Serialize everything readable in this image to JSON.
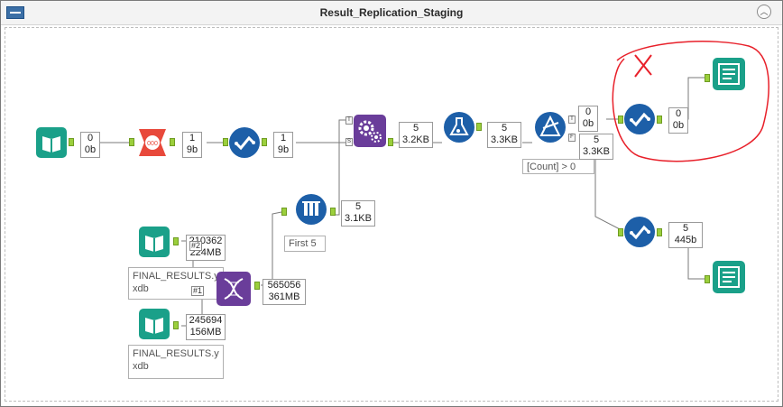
{
  "window": {
    "title": "Result_Replication_Staging"
  },
  "tools": {
    "input_main": {
      "name": "input-tool-icon"
    },
    "sample_formula": {
      "name": "sample-tool-icon",
      "badge": "000"
    },
    "select_1": {
      "name": "select-tool-icon"
    },
    "input_final1": {
      "name": "input-tool-icon"
    },
    "input_final2": {
      "name": "input-tool-icon"
    },
    "join": {
      "name": "join-tool-icon",
      "connection_labels": [
        "#2",
        "#1"
      ]
    },
    "sample_first": {
      "name": "sample-tool-icon",
      "note": "First 5"
    },
    "batch_macro": {
      "name": "gear-macro-tool-icon"
    },
    "formula": {
      "name": "formula-tool-icon"
    },
    "filter": {
      "name": "filter-tool-icon",
      "note": "[Count] > 0"
    },
    "select_true": {
      "name": "select-tool-icon"
    },
    "select_false": {
      "name": "select-tool-icon"
    },
    "output_true": {
      "name": "output-tool-icon"
    },
    "output_false": {
      "name": "output-tool-icon"
    }
  },
  "records": {
    "r1": {
      "count": "0",
      "size": "0b"
    },
    "r2": {
      "count": "1",
      "size": "9b"
    },
    "r3": {
      "count": "1",
      "size": "9b"
    },
    "r_final1": {
      "count": "210362",
      "size": "224MB"
    },
    "r_final2": {
      "count": "245694",
      "size": "156MB"
    },
    "r_join": {
      "count": "565056",
      "size": "361MB"
    },
    "r_first": {
      "count": "5",
      "size": "3.1KB"
    },
    "r_macro": {
      "count": "5",
      "size": "3.2KB"
    },
    "r_formula": {
      "count": "5",
      "size": "3.3KB"
    },
    "r_true": {
      "count": "0",
      "size": "0b"
    },
    "r_false": {
      "count": "5",
      "size": "3.3KB"
    },
    "r_out_true": {
      "count": "0",
      "size": "0b"
    },
    "r_out_false": {
      "count": "5",
      "size": "445b"
    }
  },
  "notes": {
    "final1": "FINAL_RESULTS.y\nxdb",
    "final2": "FINAL_RESULTS.y\nxdb",
    "first5": "First 5",
    "filter_expr": "[Count] > 0"
  },
  "anchors": {
    "true_label": "T",
    "false_label": "F",
    "macro_top": "T",
    "macro_side": "S"
  },
  "annotation": {
    "mark": "X",
    "color": "#e8202a"
  },
  "colors": {
    "input": "#1aa089",
    "output": "#1aa089",
    "sample": "#e8493b",
    "select": "#1d5fa8",
    "macro": "#6a3d9a",
    "join": "#6a3d9a",
    "formula": "#1d5fa8",
    "filter": "#1d5fa8"
  }
}
